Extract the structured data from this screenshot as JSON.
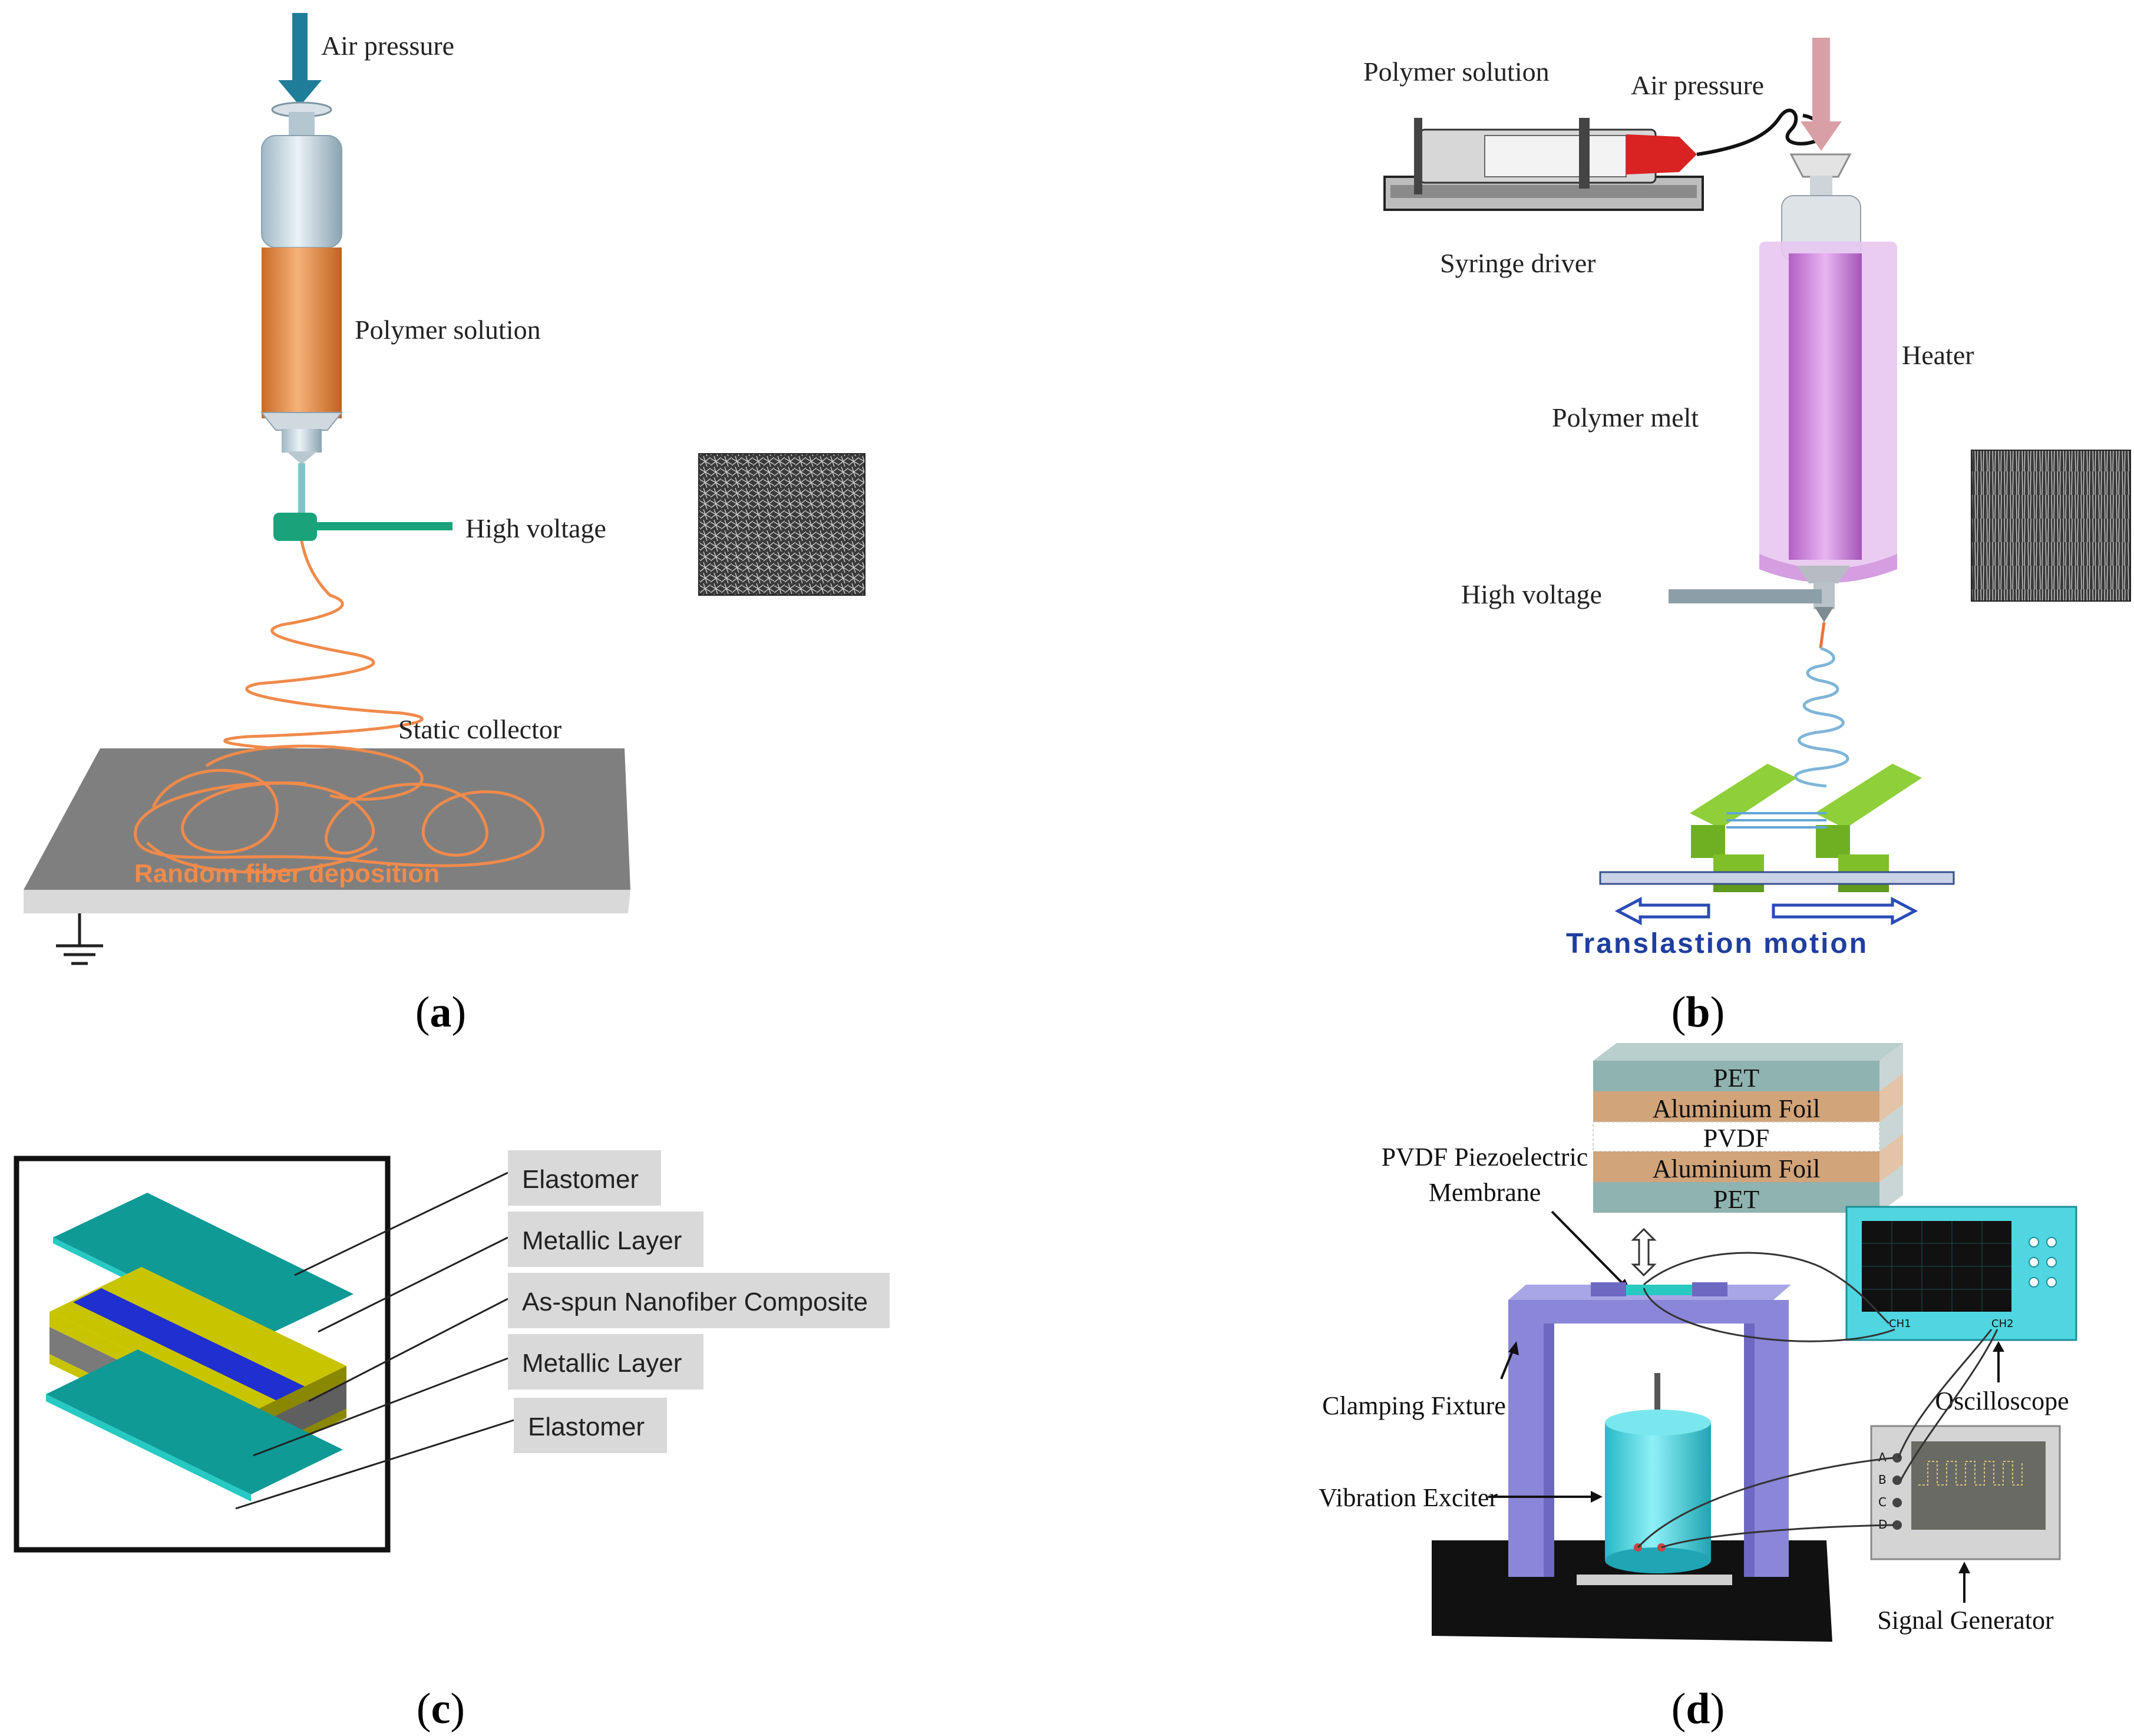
{
  "panels": {
    "a": {
      "caption": "a",
      "labels": {
        "air_pressure": "Air pressure",
        "polymer_solution": "Polymer solution",
        "high_voltage": "High voltage",
        "static_collector": "Static collector",
        "random_fiber_deposition": "Random fiber deposition"
      },
      "colors": {
        "solution": "#e8914a",
        "fiber": "#f08a4b",
        "nozzle": "#1aa37a",
        "arrow": "#1f7d99",
        "collector": "#7f7f7f"
      }
    },
    "b": {
      "caption": "b",
      "labels": {
        "polymer_solution": "Polymer solution",
        "air_pressure": "Air pressure",
        "syringe_driver": "Syringe driver",
        "heater": "Heater",
        "polymer_melt": "Polymer melt",
        "high_voltage": "High voltage",
        "translation_motion": "Translastion motion"
      },
      "colors": {
        "heater": "#c77fd6",
        "collector": "#8fcf3a",
        "motion_text": "#1f3f9e"
      }
    },
    "c": {
      "caption": "c",
      "labels": [
        "Elastomer",
        "Metallic Layer",
        "As-spun Nanofiber Composite",
        "Metallic Layer",
        "Elastomer"
      ],
      "colors": {
        "elastomer": "#0f9a96",
        "metal": "#c9c400",
        "nanofiber": "#7a7a7a",
        "strip": "#1f2fd0"
      }
    },
    "d": {
      "caption": "d",
      "layers": [
        "PET",
        "Aluminium Foil",
        "PVDF",
        "Aluminium Foil",
        "PET"
      ],
      "labels": {
        "membrane": "PVDF Piezoelectric Membrane",
        "clamping": "Clamping Fixture",
        "exciter": "Vibration Exciter",
        "oscilloscope": "Oscilloscope",
        "signal_generator": "Signal Generator",
        "ch1": "CH1",
        "ch2": "CH2",
        "gen_ports": [
          "A",
          "B",
          "C",
          "D"
        ]
      },
      "colors": {
        "pet": "#8fb3b0",
        "foil": "#d2a47a",
        "fixture": "#8a86d8",
        "exciter": "#4fd6e0",
        "scope": "#4fd6e0"
      }
    }
  }
}
